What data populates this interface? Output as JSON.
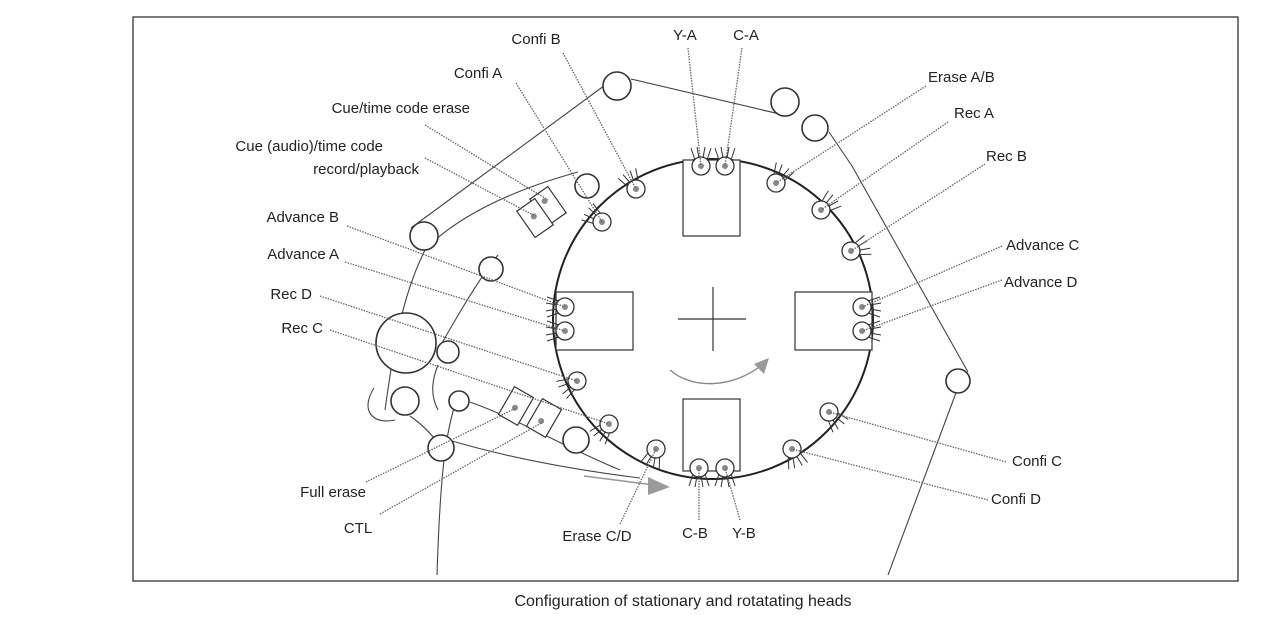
{
  "caption": "Configuration of stationary and rotatating heads",
  "labels": {
    "confi_b": "Confi B",
    "ya": "Y-A",
    "ca": "C-A",
    "confi_a": "Confi A",
    "erase_ab": "Erase A/B",
    "cue_tc_erase": "Cue/time code erase",
    "rec_a": "Rec A",
    "cue_audio_line1": "Cue (audio)/time code",
    "cue_audio_line2": "record/playback",
    "rec_b": "Rec B",
    "advance_b": "Advance B",
    "advance_c": "Advance C",
    "advance_a": "Advance A",
    "advance_d": "Advance D",
    "rec_d": "Rec D",
    "rec_c": "Rec C",
    "confi_c": "Confi C",
    "confi_d": "Confi D",
    "full_erase": "Full erase",
    "ctl": "CTL",
    "erase_cd": "Erase C/D",
    "cb": "C-B",
    "yb": "Y-B"
  }
}
